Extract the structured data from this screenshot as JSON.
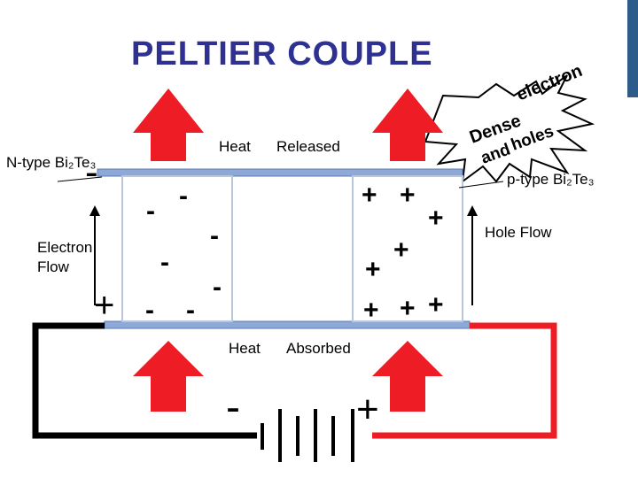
{
  "title": "PELTIER COUPLE",
  "labels": {
    "heat_top": "Heat",
    "released": "Released",
    "heat_bottom": "Heat",
    "absorbed": "Absorbed",
    "n_type": "N-type Bi₂Te₃",
    "p_type": "p-type Bi₂Te₃",
    "electron_flow_1": "Electron",
    "electron_flow_2": "Flow",
    "hole_flow": "Hole Flow"
  },
  "callout": {
    "word_electron": "electron",
    "word_dense": "Dense",
    "word_and": "and",
    "word_holes": "holes"
  },
  "signs": {
    "minus": "-",
    "plus": "+"
  },
  "colors": {
    "title": "#2e3192",
    "heat_arrow": "#ee1c25",
    "plate": "#8ea9d8",
    "wire_positive": "#ee1c25",
    "wire_negative": "#000000"
  }
}
